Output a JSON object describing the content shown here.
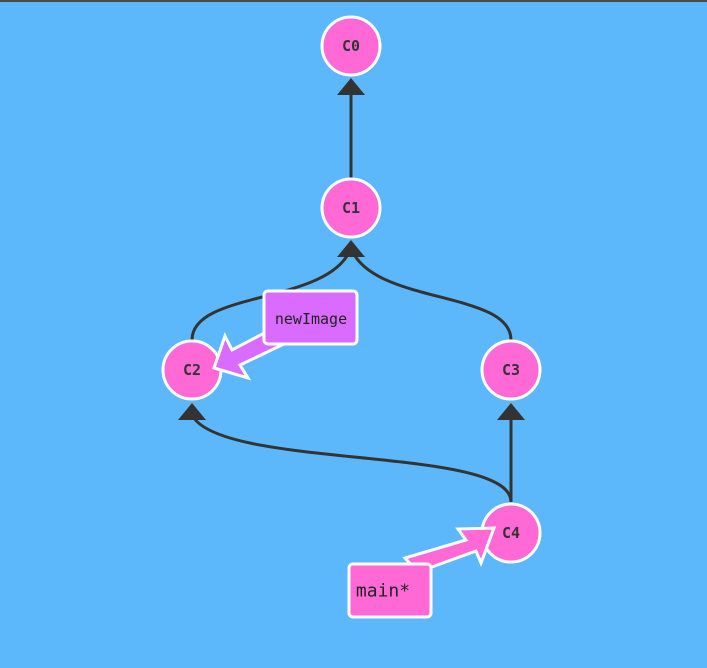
{
  "colors": {
    "background": "#5cb8fb",
    "commit_fill": "#ff69d6",
    "edge": "#333333",
    "branch_main": "#ff69d6",
    "branch_newimage": "#d96bff"
  },
  "commits": [
    {
      "id": "C0",
      "label": "C0"
    },
    {
      "id": "C1",
      "label": "C1"
    },
    {
      "id": "C2",
      "label": "C2"
    },
    {
      "id": "C3",
      "label": "C3"
    },
    {
      "id": "C4",
      "label": "C4"
    }
  ],
  "edges": [
    {
      "from": "C1",
      "to": "C0"
    },
    {
      "from": "C2",
      "to": "C1"
    },
    {
      "from": "C3",
      "to": "C1"
    },
    {
      "from": "C4",
      "to": "C2"
    },
    {
      "from": "C4",
      "to": "C3"
    }
  ],
  "branches": [
    {
      "name": "newImage",
      "label": "newImage",
      "target": "C2",
      "current": false
    },
    {
      "name": "main",
      "label": "main*",
      "target": "C4",
      "current": true
    }
  ]
}
